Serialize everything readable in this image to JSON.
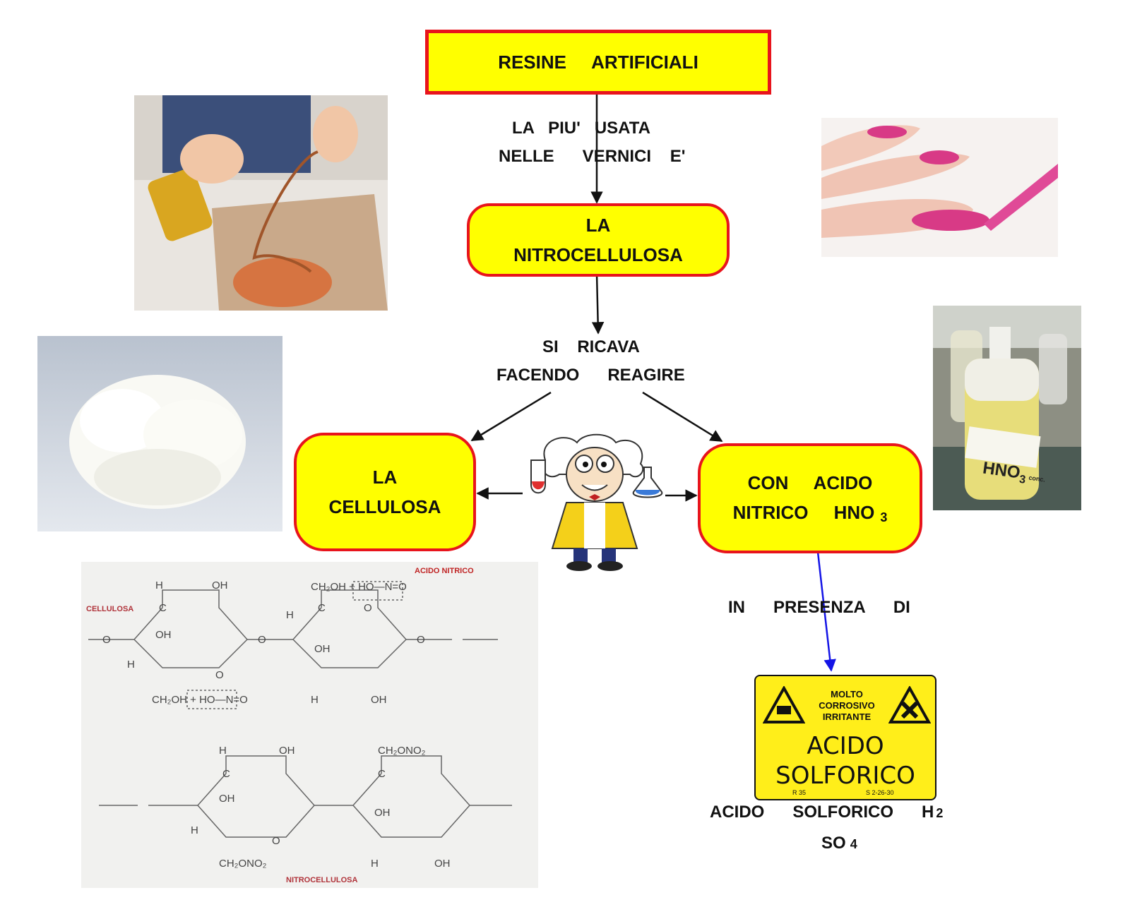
{
  "nodes": {
    "resine": "RESINE     ARTIFICIALI",
    "nitro_line1": "LA",
    "nitro_line2": "NITROCELLULOSA",
    "cell_line1": "LA",
    "cell_line2": "CELLULOSA",
    "acido_line1": "CON     ACIDO",
    "acido_line2": "NITRICO     HNO",
    "acido_sub": "3"
  },
  "edges": {
    "piu_line1": "LA   PIU'   USATA",
    "piu_line2": "NELLE      VERNICI    E'",
    "ricava_line1": "SI    RICAVA",
    "ricava_line2": "FACENDO      REAGIRE",
    "presenza": "IN      PRESENZA      DI"
  },
  "solforico": {
    "line1": "ACIDO      SOLFORICO      H",
    "sub1": "2",
    "line2": "SO",
    "sub2": "4"
  },
  "sign": {
    "warn1": "MOLTO",
    "warn2": "CORROSIVO",
    "warn3": "IRRITANTE",
    "title1": "ACIDO",
    "title2": "SOLFORICO",
    "code_left": "R 35",
    "code_right": "S 2-26-30"
  },
  "bottle_label": "HNO",
  "bottle_sub": "3",
  "bottle_conc": "conc.",
  "formula": {
    "tag_cellulosa": "CELLULOSA",
    "tag_acido": "ACIDO NITRICO",
    "tag_nitro": "NITROCELLULOSA",
    "top_group": "CH₂OH + HO—N=O",
    "mid_group": "CH₂OH + HO—N=O",
    "ono2_top": "CH₂ONO₂",
    "ono2_bottom": "CH₂ONO₂",
    "oh": "OH",
    "h": "H",
    "o": "O",
    "c": "C"
  },
  "colors": {
    "node_fill": "#ffff00",
    "node_border": "#e8141c",
    "arrow_black": "#111111",
    "arrow_blue": "#1414e6"
  }
}
